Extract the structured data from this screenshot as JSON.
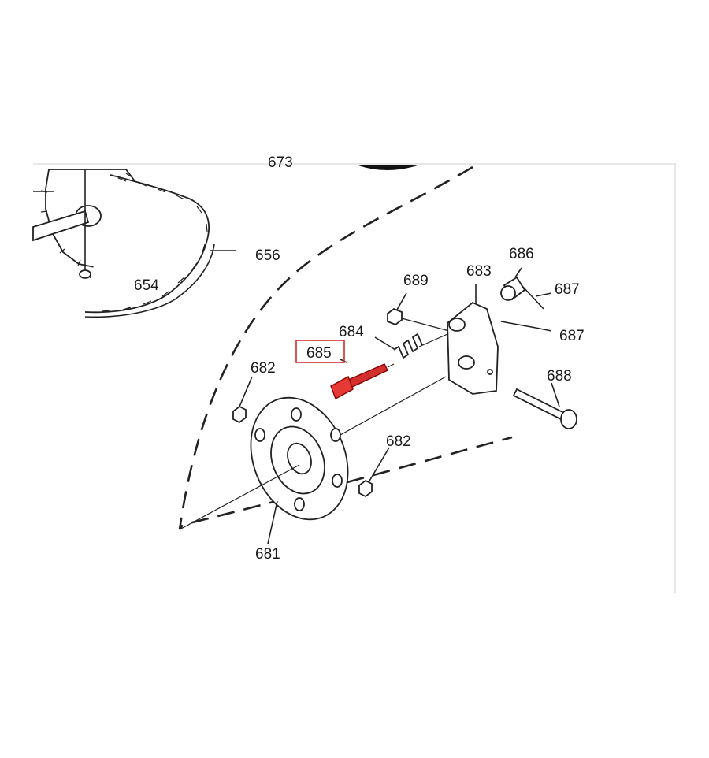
{
  "diagram": {
    "highlight_color": "#d32f2f",
    "highlighted_part": "685",
    "labels": {
      "p656": "656",
      "p654": "654",
      "p689": "689",
      "p683": "683",
      "p686": "686",
      "p687a": "687",
      "p687b": "687",
      "p684": "684",
      "p685": "685",
      "p688": "688",
      "p682a": "682",
      "p682b": "682",
      "p681": "681"
    }
  }
}
